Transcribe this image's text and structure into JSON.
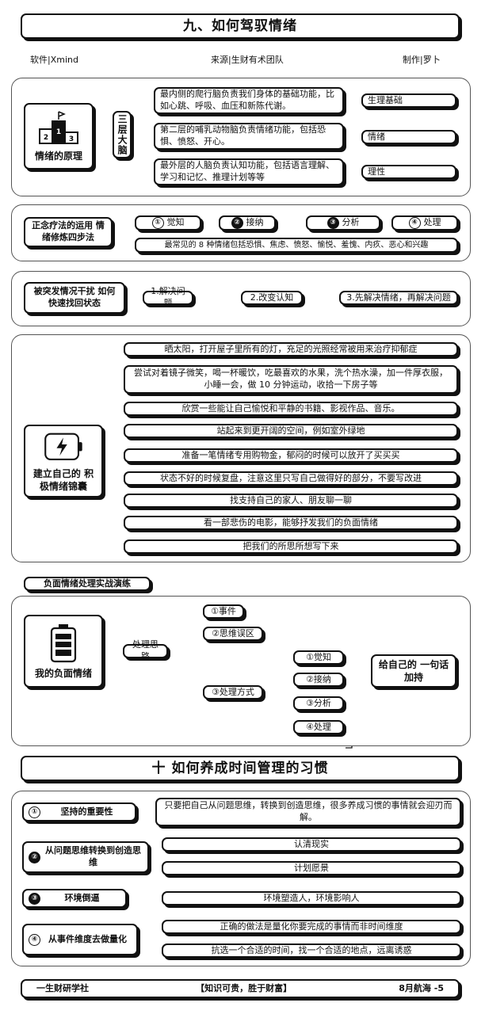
{
  "header": {
    "title": "九、如何驾驭情绪",
    "software": "软件|Xmind",
    "source": "来源|生财有术团队",
    "author": "制作|罗卜"
  },
  "s1": {
    "root": "情绪的原理",
    "middle": "三层大脑",
    "descs": [
      "最内侧的爬行脑负责我们身体的基础功能，比如心跳、呼吸、血压和新陈代谢。",
      "第二层的哺乳动物脑负责情绪功能，包括恐惧、愤怒、开心。",
      "最外层的人脑负责认知功能，包括语言理解、学习和记忆、推理计划等等"
    ],
    "tags": [
      "生理基础",
      "情绪",
      "理性"
    ]
  },
  "s2": {
    "root": "正念疗法的运用 情绪修炼四步法",
    "steps": [
      "觉知",
      "接纳",
      "分析",
      "处理"
    ],
    "step_nums": [
      "①",
      "②",
      "③",
      "④"
    ],
    "note": "最常见的 8 种情绪包括恐惧、焦虑、愤怒、愉悦、羞愧、内疚、恶心和兴趣"
  },
  "s3": {
    "root": "被突发情况干扰 如何快速找回状态",
    "steps": [
      "1.解决问题",
      "2.改变认知",
      "3.先解决情绪，再解决问题"
    ]
  },
  "s4": {
    "root": "建立自己的 积极情绪锦囊",
    "items": [
      "晒太阳，打开屋子里所有的灯，充足的光照经常被用来治疗抑郁症",
      "尝试对着镜子微笑，喝一杯暖饮，吃最喜欢的水果，洗个热水澡，加一件厚衣服，小睡一会，做 10 分钟运动，收拾一下房子等",
      "欣赏一些能让自己愉悦和平静的书籍、影视作品、音乐。",
      "站起来到更开阔的空间，例如室外绿地",
      "准备一笔情绪专用购物金，郁闷的时候可以放开了买买买",
      "状态不好的时候复盘，注意这里只写自己做得好的部分，不要写改进",
      "找支持自己的家人、朋友聊一聊",
      "看一部悲伤的电影，能够抒发我们的负面情绪",
      "把我们的所思所想写下来"
    ]
  },
  "s5": {
    "label": "负面情绪处理实战演练",
    "root": "我的负面情绪",
    "mid": "处理思路",
    "branches": [
      "①事件",
      "②思维误区",
      "③处理方式"
    ],
    "sub": [
      "①觉知",
      "②接纳",
      "③分析",
      "④处理"
    ],
    "result": "给自己的 一句话加持"
  },
  "section10": {
    "title": "十 如何养成时间管理的习惯",
    "rows": [
      {
        "num": "①",
        "label": "坚持的重要性",
        "items": [
          "只要把自己从问题思维，转换到创造思维，很多养成习惯的事情就会迎刃而解。"
        ]
      },
      {
        "num": "②",
        "label": "从问题思维转换到创造思维",
        "items": [
          "认清现实",
          "计划愿景"
        ]
      },
      {
        "num": "③",
        "label": "环境倒逼",
        "items": [
          "环境塑造人，环境影响人"
        ]
      },
      {
        "num": "④",
        "label": "从事件维度去做量化",
        "items": [
          "正确的做法是量化你要完成的事情而非时间维度",
          "抗选一个合适的时间，找一个合适的地点，远离诱惑"
        ]
      }
    ]
  },
  "footer": {
    "left": "一生财研学社",
    "center": "【知识可贵，胜于财富】",
    "right": "8月航海 -5"
  }
}
